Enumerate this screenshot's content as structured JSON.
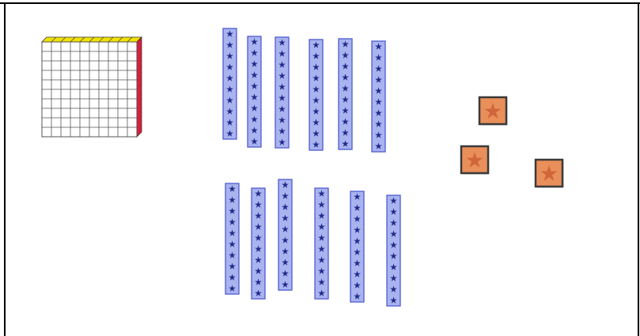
{
  "hundreds": {
    "count": 1,
    "grid_rows": 10,
    "grid_cols": 10,
    "colors": {
      "face": "#ffffff",
      "grid": "#555555",
      "top": "#f2e200",
      "side": "#d81f3c"
    }
  },
  "tens": {
    "count": 12,
    "units_per_rod": 10,
    "colors": {
      "fill": "#a9b3ef",
      "border": "#4e5bd0",
      "star": "#1f2a8a"
    }
  },
  "ones": {
    "count": 3,
    "colors": {
      "fill": "#e98f5a",
      "border": "#3a3a3a",
      "star": "#d0663c"
    }
  },
  "frame": {
    "border_color": "#000000"
  }
}
